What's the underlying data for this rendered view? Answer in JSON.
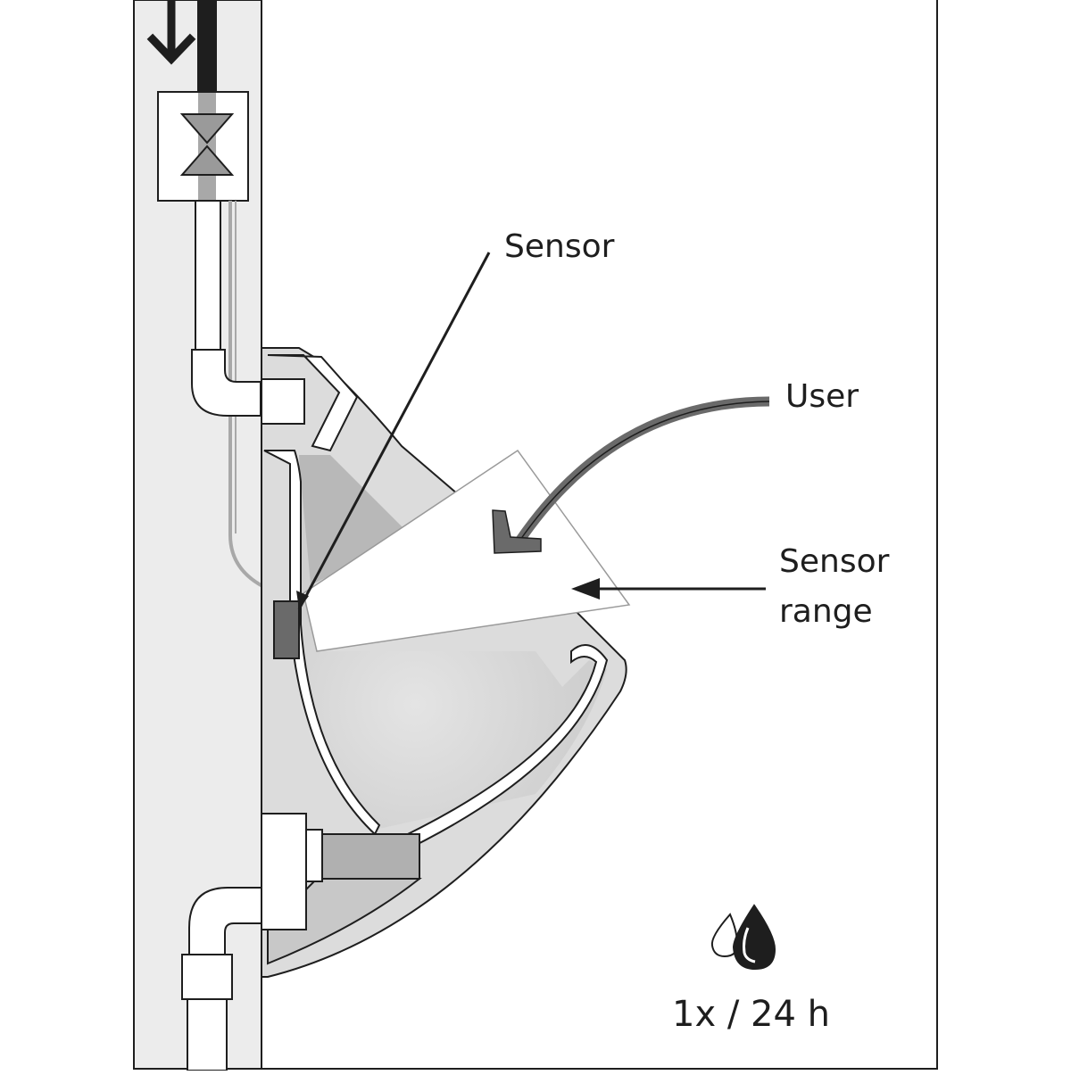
{
  "labels": {
    "sensor": "Sensor",
    "user": "User",
    "sensor_range_line1": "Sensor",
    "sensor_range_line2": "range",
    "flush_frequency": "1x / 24 h"
  },
  "icons": [
    "flow-down-arrow-icon",
    "valve-icon",
    "water-drops-icon"
  ],
  "colors": {
    "line": "#1e1e1e",
    "fill_light": "#dcdcdc",
    "fill_mid": "#c8c8c8",
    "fill_dark": "#a8a8a8",
    "sensor": "#6a6a6a",
    "wall": "#ececec"
  }
}
